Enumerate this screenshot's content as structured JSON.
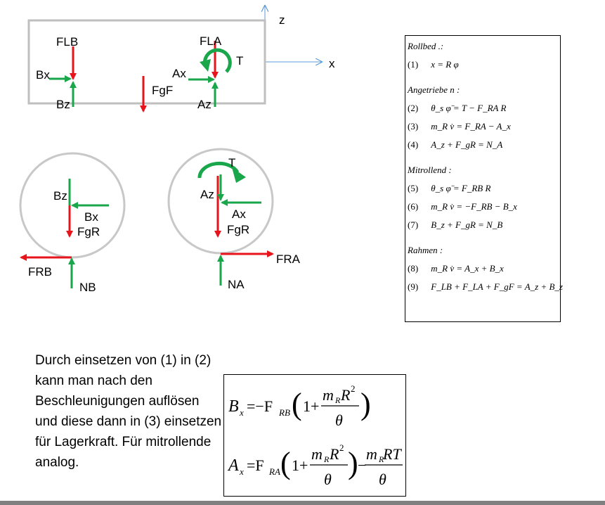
{
  "axes": {
    "z_label": "z",
    "x_label": "x"
  },
  "frame": {
    "forces": {
      "FLB": "FLB",
      "FLA": "FLA",
      "T": "T",
      "Bx": "Bx",
      "Ax": "Ax",
      "FgF": "FgF",
      "Bz": "Bz",
      "Az": "Az"
    }
  },
  "wheel_B": {
    "forces": {
      "Bz": "Bz",
      "Bx": "Bx",
      "FgR": "FgR",
      "FRB": "FRB",
      "NB": "NB"
    }
  },
  "wheel_A": {
    "forces": {
      "T": "T",
      "Az": "Az",
      "Ax": "Ax",
      "FgR": "FgR",
      "FRA": "FRA",
      "NA": "NA"
    }
  },
  "equations": {
    "rollbed": {
      "heading": "Rollbed  .:",
      "eq1": {
        "num": "(1)",
        "expr": "x = R φ"
      }
    },
    "angetriebe": {
      "heading": "Angetriebe  n :",
      "eq2": {
        "num": "(2)",
        "expr": "θ_s φ̈ = T − F_RA R"
      },
      "eq3": {
        "num": "(3)",
        "expr": "m_R v̇ = F_RA − A_x"
      },
      "eq4": {
        "num": "(4)",
        "expr": "A_z + F_gR = N_A"
      }
    },
    "mitrollend": {
      "heading": "Mitrollend   :",
      "eq5": {
        "num": "(5)",
        "expr": "θ_s φ̈ = F_RB R"
      },
      "eq6": {
        "num": "(6)",
        "expr": "m_R v̇ = −F_RB − B_x"
      },
      "eq7": {
        "num": "(7)",
        "expr": "B_z + F_gR = N_B"
      }
    },
    "rahmen": {
      "heading": "Rahmen  :",
      "eq8": {
        "num": "(8)",
        "expr": "m_R v̇ = A_x + B_x"
      },
      "eq9": {
        "num": "(9)",
        "expr": "F_LB + F_LA + F_gF = A_z + B_z"
      }
    }
  },
  "text": {
    "explanation": "Durch einsetzen von (1) in (2) kann man nach den Beschleunigungen auflösen und diese dann in (3) einsetzen für Lagerkraft. Für mitrollende analog."
  },
  "formulas": {
    "f1": {
      "lhs": "B_x = −F_RB (1 + m_R R² / θ)"
    },
    "f2": {
      "lhs": "A_x = F_RA (1 + m_R R² / θ) − m_R R T / θ"
    }
  },
  "colors": {
    "red": "#e8141c",
    "green": "#1aa64a",
    "gray": "#c0c0c0",
    "axis": "#5b9bd5"
  }
}
